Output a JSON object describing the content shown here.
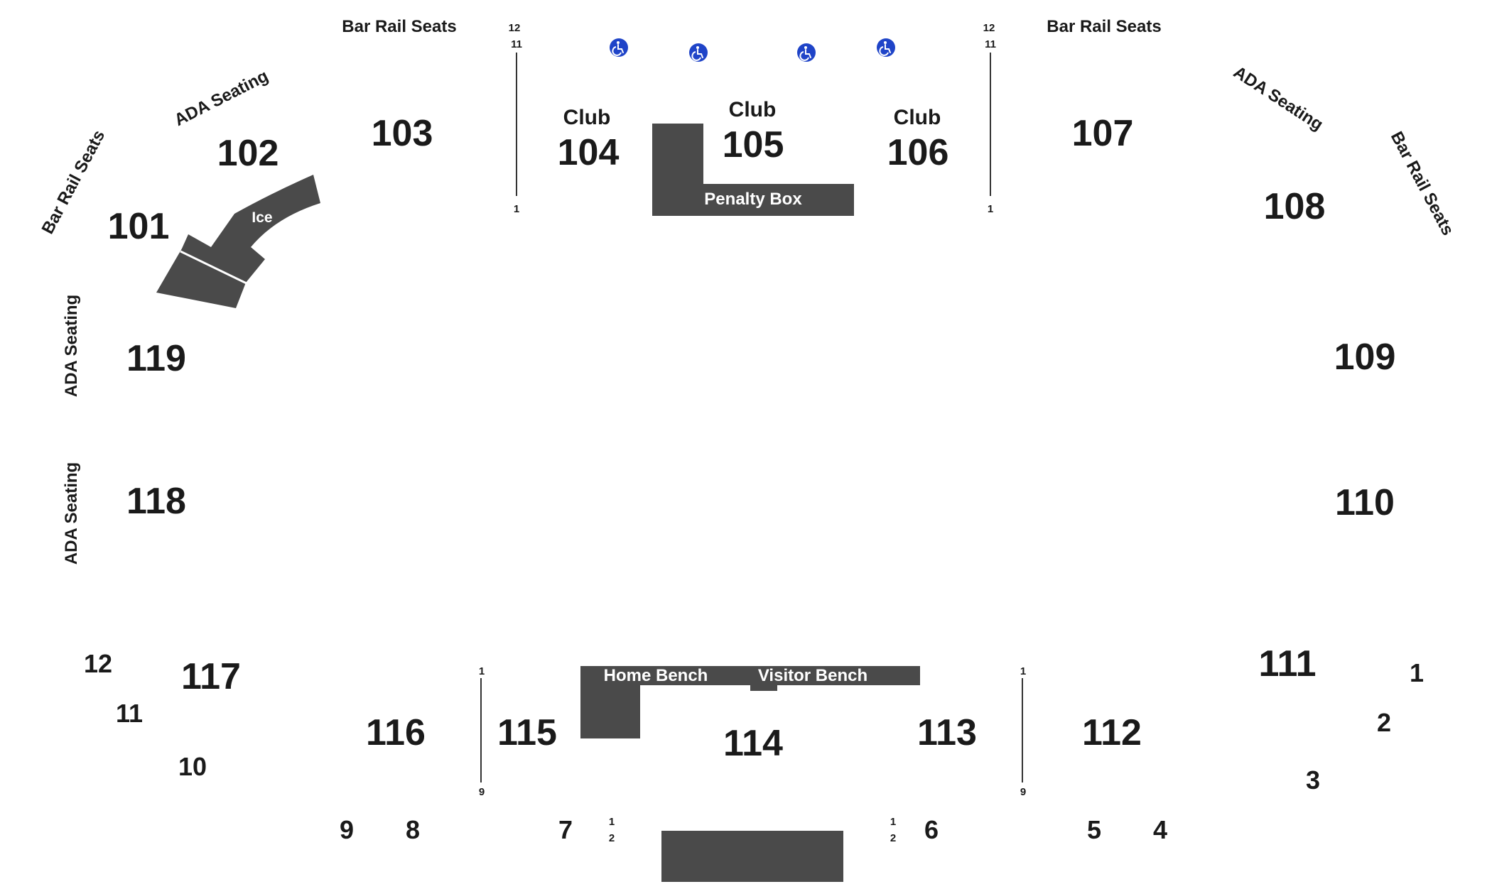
{
  "colors": {
    "box_fill": "#4a4a4a",
    "text": "#1a1a1a",
    "ada_icon": "#1f44c8",
    "background": "#ffffff"
  },
  "icons": {
    "accessibility": "wheelchair-icon"
  },
  "labels": {
    "bar_rail_seats": "Bar Rail Seats",
    "ada_seating": "ADA Seating",
    "club": "Club",
    "penalty_box": "Penalty Box",
    "ice": "Ice",
    "home_bench": "Home Bench",
    "visitor_bench": "Visitor Bench"
  },
  "sections": {
    "s101": "101",
    "s102": "102",
    "s103": "103",
    "s104": "104",
    "s105": "105",
    "s106": "106",
    "s107": "107",
    "s108": "108",
    "s109": "109",
    "s110": "110",
    "s111": "111",
    "s112": "112",
    "s113": "113",
    "s114": "114",
    "s115": "115",
    "s116": "116",
    "s117": "117",
    "s118": "118",
    "s119": "119"
  },
  "suites": {
    "n1": "1",
    "n2": "2",
    "n3": "3",
    "n4": "4",
    "n5": "5",
    "n6": "6",
    "n7": "7",
    "n8": "8",
    "n9": "9",
    "n10": "10",
    "n11": "11",
    "n12": "12"
  },
  "rows": {
    "r1": "1",
    "r2": "2",
    "r9": "9",
    "r11": "11",
    "r12": "12"
  }
}
